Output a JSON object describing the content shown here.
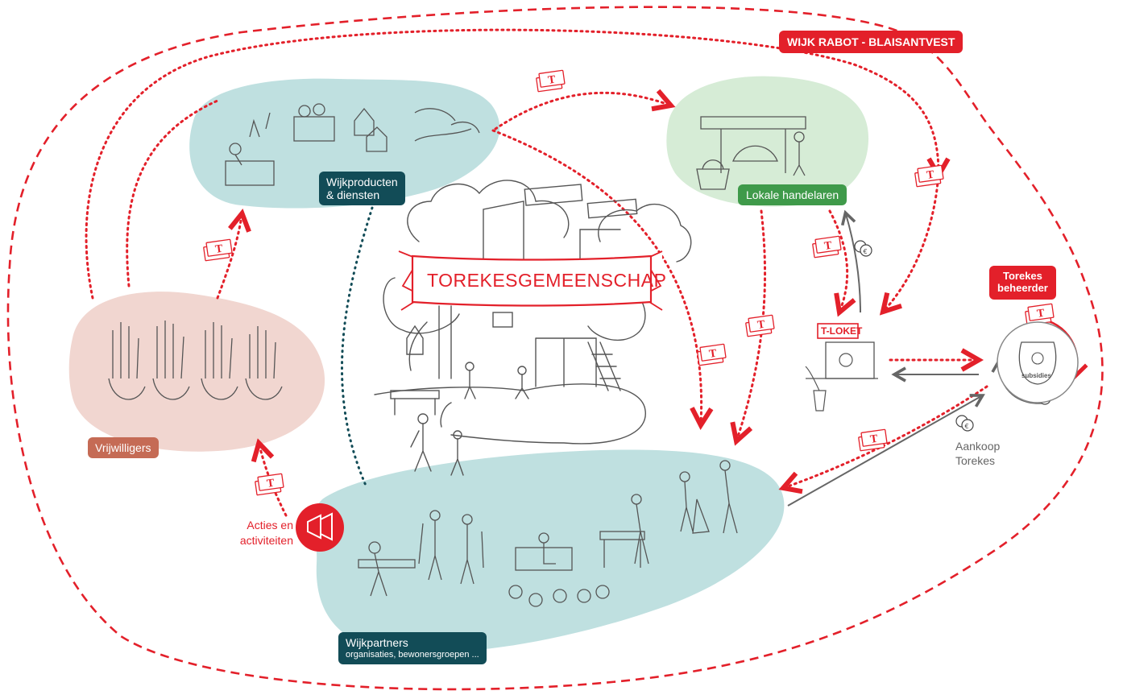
{
  "region_label": "WIJK RABOT - BLAISANTVEST",
  "center_banner": "TOREKESGEMEENSCHAP",
  "groups": {
    "wijkproducten": {
      "line1": "Wijkproducten",
      "line2": "& diensten"
    },
    "lokale_handelaren": "Lokale handelaren",
    "vrijwilligers": "Vrijwilligers",
    "wijkpartners": {
      "title": "Wijkpartners",
      "subtitle": "organisaties, bewonersgroepen ..."
    }
  },
  "beheerder": {
    "line1": "Torekes",
    "line2": "beheerder"
  },
  "loket_label": "T-LOKET",
  "subsidies_label": "subsidies",
  "aankoop": {
    "line1": "Aankoop",
    "line2": "Torekes"
  },
  "acties": {
    "line1": "Acties en",
    "line2": "activiteiten"
  },
  "token_letter": "T",
  "colors": {
    "red": "#e3202a",
    "teal_dark": "#124c57",
    "teal_blob": "#bfe0e0",
    "green_blob": "#d6ecd6",
    "pink_blob": "#f1d6d0",
    "green_tag": "#3f9a4a",
    "brown_tag": "#c56b55",
    "grey_line": "#666666"
  }
}
